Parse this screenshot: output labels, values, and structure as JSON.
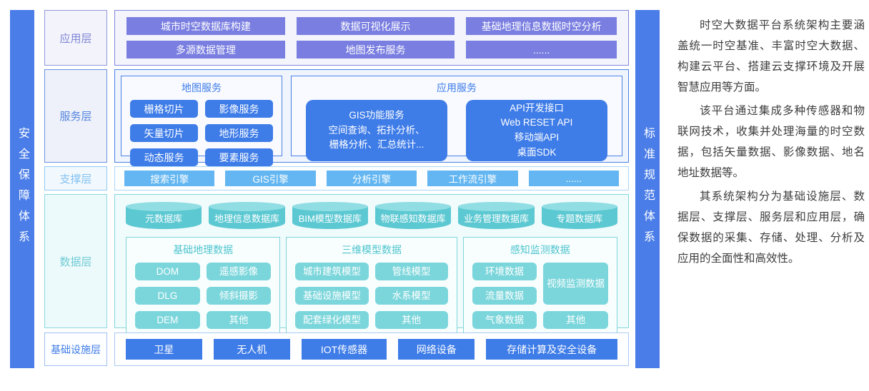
{
  "security_bar": "安全保障体系",
  "standards_bar": "标准规范体系",
  "app_layer": {
    "label": "应用层",
    "items": [
      "城市时空数据库构建",
      "数据可视化展示",
      "基础地理信息数据时空分析",
      "多源数据管理",
      "地图发布服务",
      "......"
    ]
  },
  "service_layer": {
    "label": "服务层",
    "map_service": {
      "title": "地图服务",
      "items": [
        "栅格切片",
        "影像服务",
        "矢量切片",
        "地形服务",
        "动态服务",
        "要素服务"
      ]
    },
    "app_service": {
      "title": "应用服务",
      "gis_panel": {
        "line1": "GIS功能服务",
        "line2": "空间查询、拓扑分析、",
        "line3": "栅格分析、汇总统计..."
      },
      "api_panel": {
        "line1": "API开发接口",
        "line2": "Web RESET API",
        "line3": "移动端API",
        "line4": "桌面SDK"
      }
    }
  },
  "support_layer": {
    "label": "支撑层",
    "items": [
      "搜索引擎",
      "GIS引擎",
      "分析引擎",
      "工作流引擎",
      "......"
    ]
  },
  "data_layer": {
    "label": "数据层",
    "databases": [
      "元数据库",
      "地理信息数据库",
      "BIM模型数据库",
      "物联感知数据库",
      "业务管理数据库",
      "专题数据库"
    ],
    "groups": [
      {
        "title": "基础地理数据",
        "items": [
          "DOM",
          "遥感影像",
          "DLG",
          "倾斜摄影",
          "DEM",
          "其他"
        ]
      },
      {
        "title": "三维模型数据",
        "items": [
          "城市建筑模型",
          "管线模型",
          "基础设施模型",
          "水系模型",
          "配套绿化模型",
          "其他"
        ]
      },
      {
        "title": "感知监测数据",
        "items": [
          "环境数据",
          "视频监测数据",
          "流量数据",
          "气象数据",
          "其他"
        ]
      }
    ]
  },
  "infra_layer": {
    "label": "基础设施层",
    "items": [
      "卫星",
      "无人机",
      "IOT传感器",
      "网络设备",
      "存储计算及安全设备"
    ]
  },
  "description": {
    "p1": "时空大数据平台系统架构主要涵盖统一时空基准、丰富时空大数据、构建云平台、搭建云支撑环境及开展智慧应用等方面。",
    "p2": "该平台通过集成多种传感器和物联网技术，收集并处理海量的时空数据，包括矢量数据、影像数据、地名地址数据等。",
    "p3": "其系统架构分为基础设施层、数据层、支撑层、服务层和应用层，确保数据的采集、存储、处理、分析及应用的全面性和高效性。"
  },
  "colors": {
    "side_bar_blue": "#4A7DE8",
    "app_purple": "#797EE0",
    "service_blue": "#3E7CE8",
    "support_sky_blue": "#63B6F1",
    "data_teal": "#5CC8D2",
    "data_teal_light": "#7BD6DB"
  }
}
